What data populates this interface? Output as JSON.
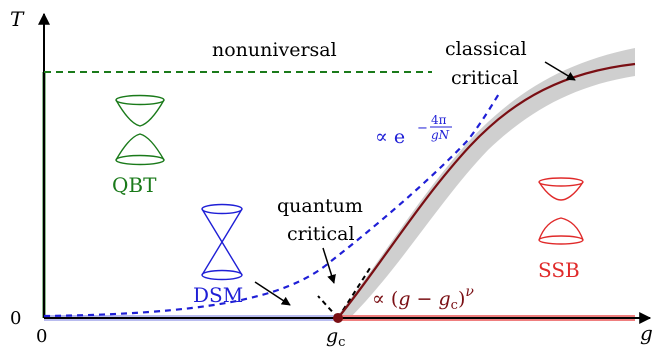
{
  "axes": {
    "y_label": "T",
    "x_label": "g",
    "origin_x_tick": "0",
    "origin_y_tick": "0",
    "gc_label_main": "g",
    "gc_label_sub": "c"
  },
  "annotations": {
    "nonuniversal": "nonuniversal",
    "classical_line1": "classical",
    "classical_line2": "critical",
    "quantum_line1": "quantum",
    "quantum_line2": "critical",
    "exp_prop": "∝ e",
    "exp_minus": "−",
    "exp_num": "4π",
    "exp_den": "gN",
    "power_law_prefix": "∝ (",
    "power_law_g": "g",
    "power_law_minus": " − ",
    "power_law_gc": "g",
    "power_law_gc_sub": "c",
    "power_law_close": ")",
    "power_law_exp": "ν"
  },
  "phases": {
    "qbt": "QBT",
    "dsm": "DSM",
    "ssb": "SSB"
  },
  "colors": {
    "qbt": "#1a7a1a",
    "dsm": "#1f1fd6",
    "ssb": "#e02a2a",
    "crossover": "#7a0f14",
    "band": "#cfcfcf",
    "dsm_axis": "#b9bcef",
    "ssb_axis": "#ef7f7f",
    "text": "#000000"
  }
}
